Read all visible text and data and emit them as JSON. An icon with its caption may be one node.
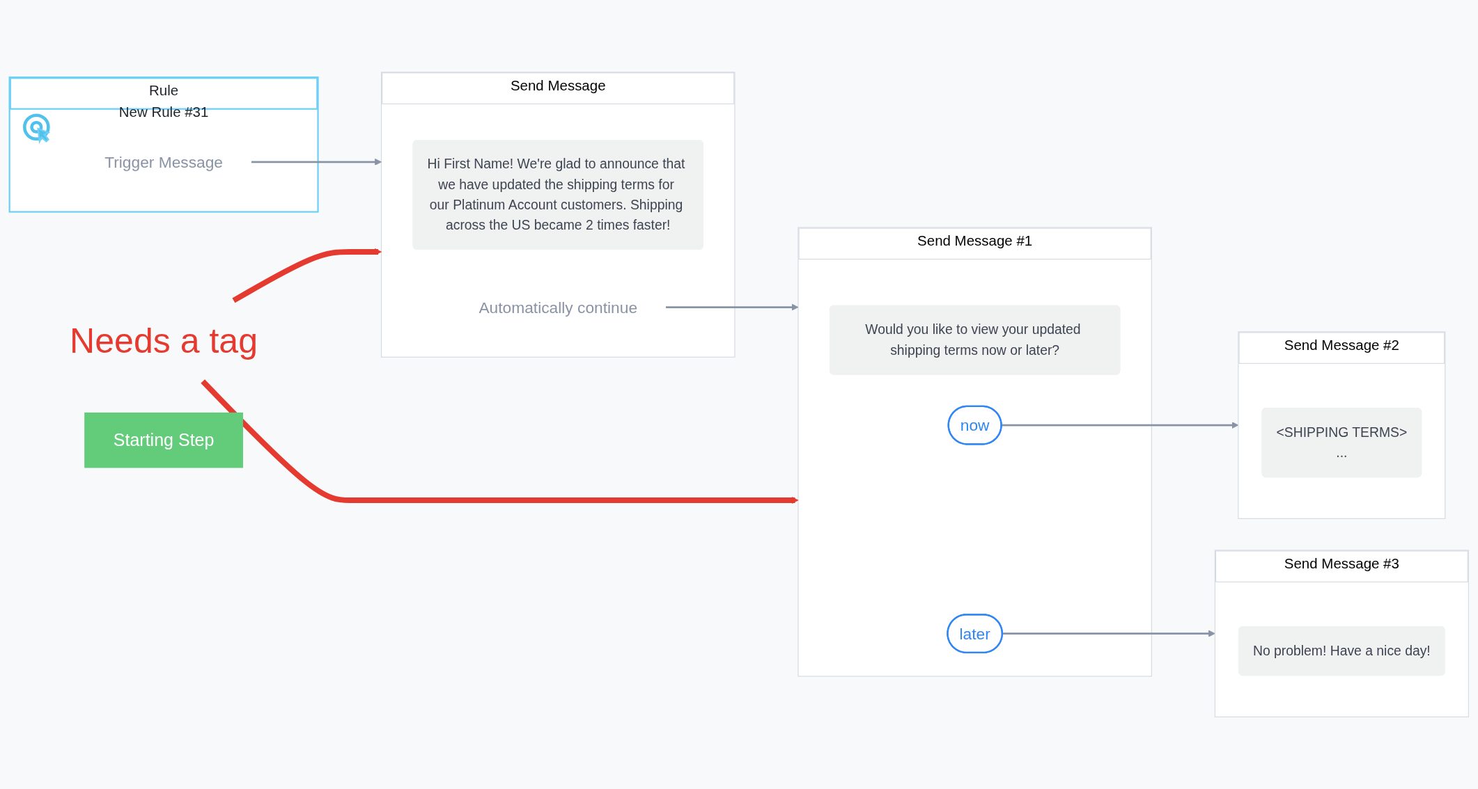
{
  "diagram": {
    "nodes": [
      {
        "text": [
          "Rule",
          "New Rule #31"
        ]
      },
      {
        "text": [
          "Trigger Message"
        ],
        "in": 0
      },
      {
        "text": [
          "Needs a tag"
        ]
      },
      {
        "text": [
          "Starting Step"
        ]
      },
      {
        "text": [
          "Send Message"
        ]
      },
      {
        "text": [
          "Hi First Name! We're glad to announce that we have updated the shipping terms for our Platinum Account customers. Shipping across the US became 2 times faster!"
        ],
        "in": 4
      },
      {
        "text": [
          "Automatically continue"
        ],
        "in": 4
      },
      {
        "text": [
          "Send Message #1"
        ]
      },
      {
        "text": [
          "Would you like to view your updated shipping terms now or later?"
        ],
        "in": 7
      },
      {
        "text": [
          "now"
        ],
        "in": 7
      },
      {
        "text": [
          "later"
        ],
        "in": 7
      },
      {
        "text": [
          "Send Message #2"
        ]
      },
      {
        "text": [
          "<SHIPPING TERMS>",
          "..."
        ],
        "in": 11
      },
      {
        "text": [
          "Send Message #3"
        ]
      },
      {
        "text": [
          "No problem! Have a nice day!"
        ],
        "in": 13
      }
    ],
    "edges": [
      {
        "from": 1,
        "to": 4,
        "arrow": "to"
      },
      {
        "from": 2,
        "to": 4,
        "arrow": "to",
        "style": "thick",
        "color": "#e53a2f"
      },
      {
        "from": 2,
        "to": 7,
        "arrow": "to",
        "style": "thick",
        "color": "#e53a2f"
      },
      {
        "from": 6,
        "to": 7,
        "arrow": "to"
      },
      {
        "from": 9,
        "to": 11,
        "arrow": "to"
      },
      {
        "from": 10,
        "to": 13,
        "arrow": "to"
      }
    ]
  }
}
